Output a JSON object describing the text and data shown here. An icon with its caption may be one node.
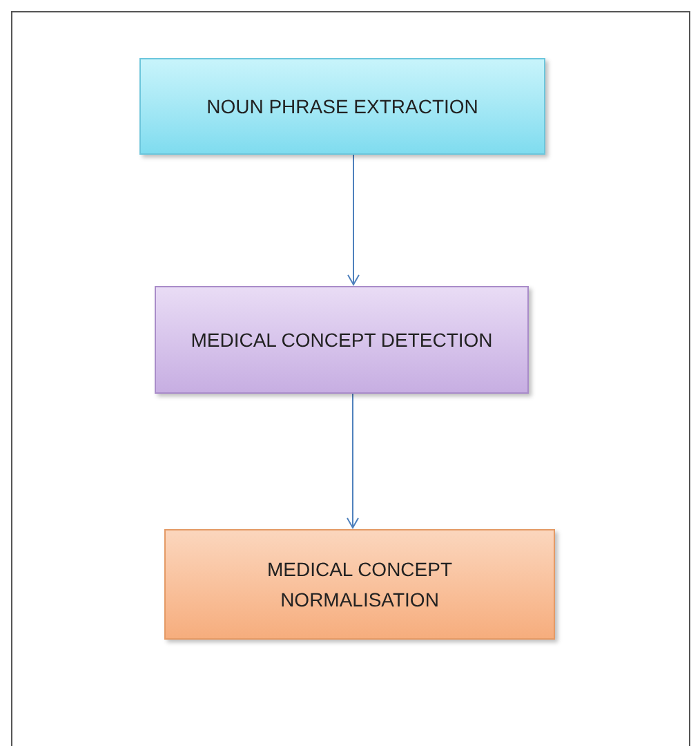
{
  "diagram": {
    "nodes": [
      {
        "text": [
          "NOUN PHRASE EXTRACTION"
        ]
      },
      {
        "text": [
          "MEDICAL CONCEPT DETECTION"
        ]
      },
      {
        "text": [
          "MEDICAL CONCEPT NORMALISATION"
        ]
      }
    ],
    "edges": [
      {
        "from": 0,
        "to": 1,
        "arrow": "to"
      },
      {
        "from": 1,
        "to": 2,
        "arrow": "to"
      }
    ]
  }
}
